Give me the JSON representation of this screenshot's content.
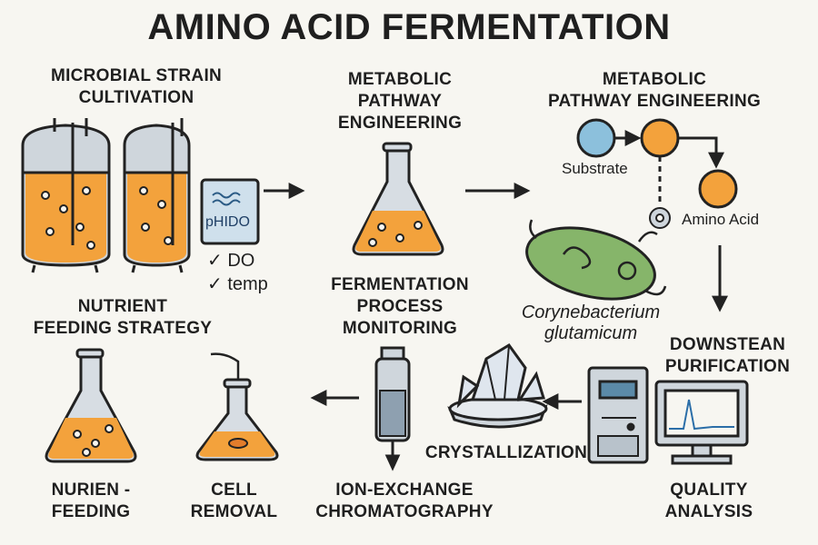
{
  "title": "AMINO ACID FERMENTATION",
  "labels": {
    "microbial": "MICROBIAL STRAIN\nCULTIVATION",
    "metabolic1": "METABOLIC\nPATHWAY\nENGINEERING",
    "metabolic2": "METABOLIC\nPATHWAY ENGINEERING",
    "nutrient": "NUTRIENT\nFEEDING STRATEGY",
    "monitoring": "FERMENTATION\nPROCESS\nMONITORING",
    "downstream": "DOWNSTEAN\nPURIFICATION",
    "crystallization": "CRYSTALLIZATION",
    "nutrien_feeding": "NURIEN -\nFEEDING",
    "cell_removal": "CELL\nREMOVAL",
    "ion_exchange": "ION-EXCHANGE\nCHROMATOGRAPHY",
    "quality": "QUALITY\nANALYSIS"
  },
  "pathway": {
    "substrate": "Substrate",
    "amino_acid": "Amino Acid"
  },
  "organism": "Corynebacterium\nglutamicum",
  "meter": {
    "display": "pHIDO",
    "checks": [
      "DO",
      "temp"
    ]
  },
  "colors": {
    "orange": "#f3a23c",
    "blue": "#8cc0dc",
    "green": "#86b56a",
    "glass": "#d7dde3",
    "outline": "#222222"
  }
}
